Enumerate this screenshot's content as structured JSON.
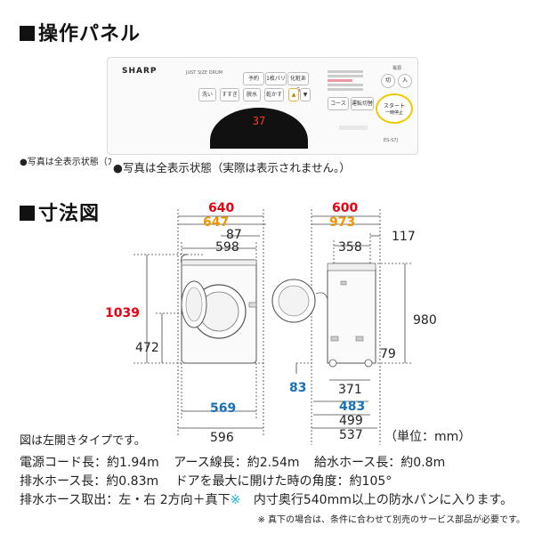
{
  "sections": {
    "panel_title": "操作パネル",
    "dim_title": "寸法図"
  },
  "panel": {
    "brand": "SHARP",
    "model_small": "JUST SIZE DRUM",
    "buttons_row1": [
      "予約",
      "1枚パリ",
      "化粧あら"
    ],
    "buttons_row2": [
      "洗い",
      "すすぎ",
      "脱水",
      "乾かす"
    ],
    "display_value": "37",
    "right_buttons": [
      "コース",
      "運転切替"
    ],
    "start_label": "スタート",
    "start_sub": "一時停止",
    "power_labels": [
      "電源",
      "切",
      "入"
    ],
    "model_code": "ES-S7J"
  },
  "caption_small": "●写真は全表示状態（ﾌ",
  "caption": "●写真は全表示状態（実際は表示されません。）",
  "dimensions": {
    "front_width": "640",
    "front_width_alt": "647",
    "front_offset": "87",
    "front_body": "598",
    "total_height": "1039",
    "door_height": "472",
    "base_width": "569",
    "base_total": "596",
    "side_depth": "600",
    "side_depth_alt": "973",
    "side_top": "358",
    "side_gap": "117",
    "side_height": "980",
    "side_base_h": "79",
    "side_foot": "83",
    "side_371": "371",
    "side_483": "483",
    "side_499": "499",
    "side_537": "537",
    "unit": "（単位：mm）"
  },
  "layout_note": "図は左開きタイプです。",
  "specs": [
    [
      "電源コード長：約1.94m",
      "アース線長：約2.54m",
      "給水ホース長：約0.8m"
    ],
    [
      "排水ホース長：約0.83m",
      "ドアを最大に開けた時の角度：約105°"
    ],
    [
      "排水ホース取出：左・右 2方向＋真下",
      "内寸奥行540mm以上の防水パンに入ります。"
    ]
  ],
  "asterisk": "※",
  "footnote": "※ 真下の場合は、条件に合わせて別売のサービス部品が必要です。",
  "colors": {
    "red": "#e60012",
    "orange": "#f29600",
    "blue": "#1a6fb5",
    "cyan": "#1ab2c8"
  }
}
